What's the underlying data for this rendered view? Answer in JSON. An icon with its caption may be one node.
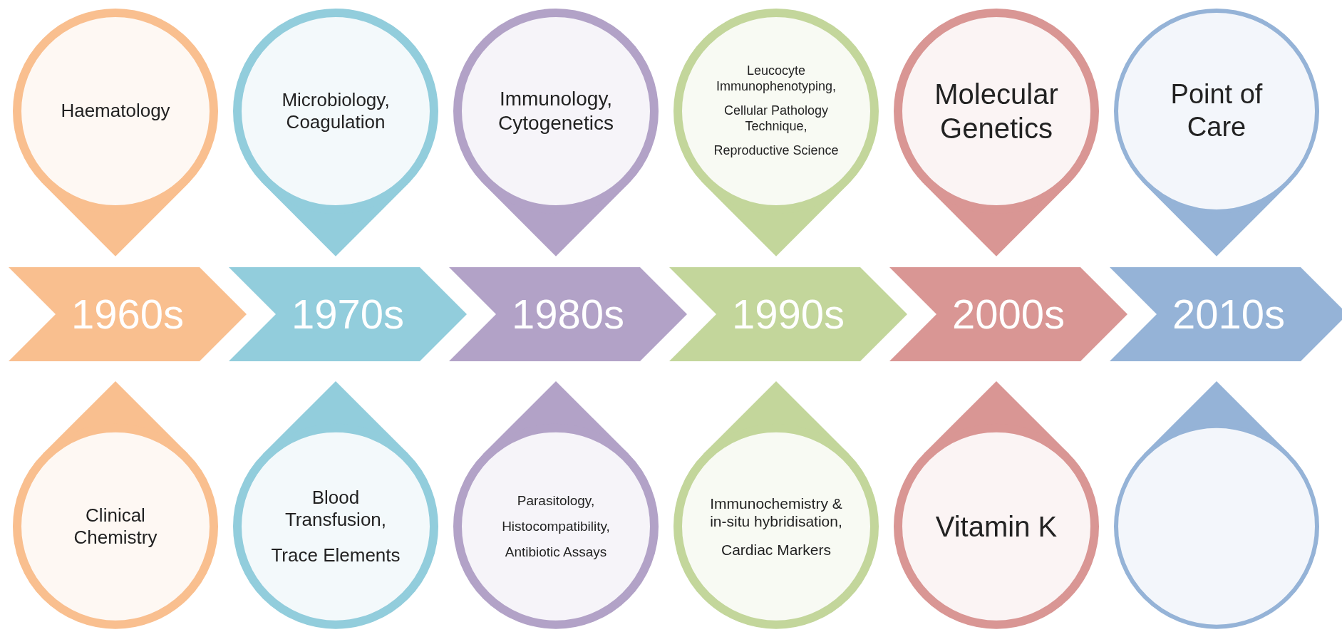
{
  "diagram": {
    "nodes": [
      {
        "text": [
          "Haematology"
        ]
      },
      {
        "text": [
          "Microbiology, Coagulation"
        ]
      },
      {
        "text": [
          "Immunology, Cytogenetics"
        ]
      },
      {
        "text": [
          "Leucocyte Immunophenotyping,",
          "Cellular Pathology Technique,",
          "Reproductive Science"
        ]
      },
      {
        "text": [
          "Molecular Genetics"
        ]
      },
      {
        "text": [
          "Point of Care"
        ]
      },
      {
        "text": [
          "1960s"
        ]
      },
      {
        "text": [
          "1970s"
        ]
      },
      {
        "text": [
          "1980s"
        ]
      },
      {
        "text": [
          "1990s"
        ]
      },
      {
        "text": [
          "2000s"
        ]
      },
      {
        "text": [
          "2010s"
        ]
      },
      {
        "text": [
          "Clinical Chemistry"
        ]
      },
      {
        "text": [
          "Blood Transfusion,",
          "Trace Elements"
        ]
      },
      {
        "text": [
          "Parasitology,",
          "Histocompatibility,",
          "Antibiotic Assays"
        ]
      },
      {
        "text": [
          "Immunochemistry & in-situ hybridisation,",
          "Cardiac Markers"
        ]
      },
      {
        "text": [
          "Vitamin K"
        ]
      },
      {
        "text": [],
        "shape": "circle"
      }
    ],
    "edges": []
  }
}
